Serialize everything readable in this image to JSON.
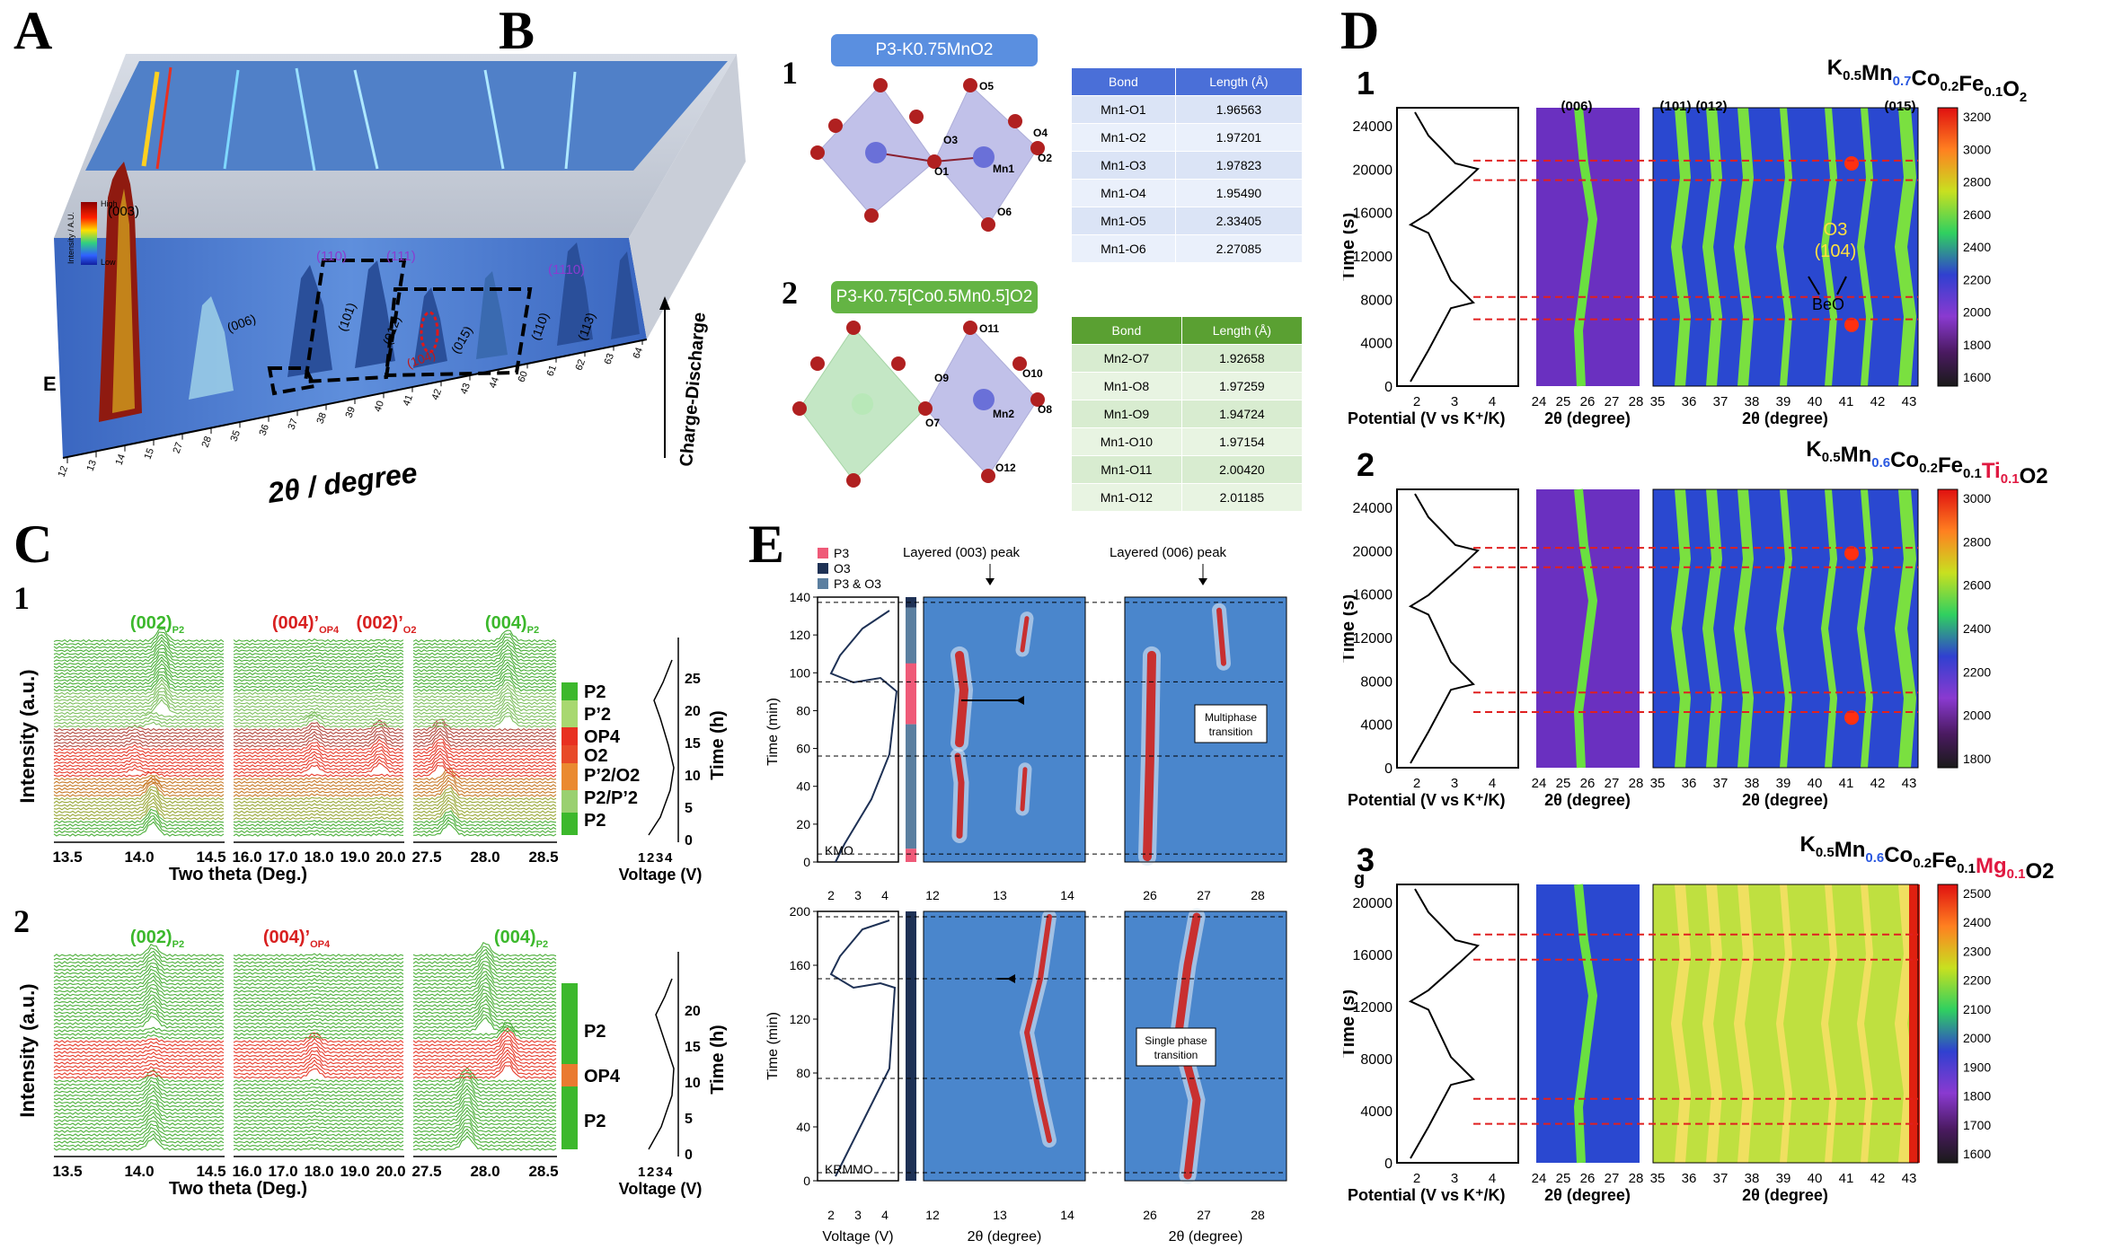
{
  "panels": {
    "A": "A",
    "B": "B",
    "C": "C",
    "D": "D",
    "E": "E"
  },
  "panelA": {
    "xlabel": "2θ / degree",
    "zlabel": "Charge-Discharge",
    "E": "E",
    "cbar": {
      "label": "Intensity / A.U.",
      "high": "High",
      "low": "Low"
    },
    "peaks": [
      "(003)",
      "(006)",
      "(101)",
      "(012)",
      "(104)",
      "(015)",
      "(110)",
      "(113)",
      "(110)",
      "(111)",
      "(1110)"
    ],
    "ticks": [
      "12",
      "13",
      "14",
      "15",
      "27",
      "28",
      "35",
      "36",
      "37",
      "38",
      "39",
      "40",
      "41",
      "42",
      "43",
      "44",
      "60",
      "61",
      "62",
      "63",
      "64"
    ]
  },
  "panelB": {
    "sub1": "1",
    "sub2": "2",
    "title1": "P3-K0.75MnO2",
    "title2": "P3-K0.75[Co0.5Mn0.5]O2",
    "atoms1": [
      "O5",
      "O3",
      "O4",
      "O2",
      "O1",
      "Mn1",
      "O6"
    ],
    "atoms2": [
      "O11",
      "O9",
      "O10",
      "O8",
      "O7",
      "Mn2",
      "O12"
    ],
    "head": [
      "Bond",
      "Length (Å)"
    ],
    "table1": [
      [
        "Mn1-O1",
        "1.96563"
      ],
      [
        "Mn1-O2",
        "1.97201"
      ],
      [
        "Mn1-O3",
        "1.97823"
      ],
      [
        "Mn1-O4",
        "1.95490"
      ],
      [
        "Mn1-O5",
        "2.33405"
      ],
      [
        "Mn1-O6",
        "2.27085"
      ]
    ],
    "table2": [
      [
        "Mn2-O7",
        "1.92658"
      ],
      [
        "Mn1-O8",
        "1.97259"
      ],
      [
        "Mn1-O9",
        "1.94724"
      ],
      [
        "Mn1-O10",
        "1.97154"
      ],
      [
        "Mn1-O11",
        "2.00420"
      ],
      [
        "Mn1-O12",
        "2.01185"
      ]
    ]
  },
  "panelC": {
    "sub1": "1",
    "sub2": "2",
    "ylabel": "Intensity (a.u.)",
    "xlabel": "Two theta (Deg.)",
    "timelabel": "Time (h)",
    "voltlabel": "Voltage (V)",
    "xticks1": [
      "13.5",
      "14.0",
      "14.5"
    ],
    "xticks2": [
      "16.0",
      "17.0",
      "18.0",
      "19.0",
      "20.0"
    ],
    "xticks3": [
      "27.5",
      "28.0",
      "28.5"
    ],
    "vticks": [
      "1",
      "2",
      "3",
      "4"
    ],
    "tticks1": [
      "0",
      "5",
      "10",
      "15",
      "20",
      "25"
    ],
    "tticks2": [
      "0",
      "5",
      "10",
      "15",
      "20"
    ],
    "phases1": [
      "P2",
      "P’2",
      "OP4",
      "O2",
      "P’2/O2",
      "P2/P’2",
      "P2"
    ],
    "phases2": [
      "P2",
      "OP4",
      "P2"
    ],
    "peaks1": {
      "a": "(002)",
      "as": "P2",
      "b": "(004)’",
      "bs": "OP4",
      "c": "(002)’",
      "cs": "O2",
      "d": "(004)",
      "ds": "P2"
    },
    "peaks2": {
      "a": "(002)",
      "as": "P2",
      "b": "(004)’",
      "bs": "OP4",
      "d": "(004)",
      "ds": "P2"
    }
  },
  "panelD": {
    "sub1": "1",
    "sub2": "2",
    "sub3": "3",
    "titles": [
      [
        "K",
        "0.5",
        "Mn",
        "0.7",
        "Co",
        "0.2",
        "Fe",
        "0.1",
        "O",
        "2",
        ""
      ],
      [
        "K",
        "0.5",
        "Mn",
        "0.6",
        "Co",
        "0.2",
        "Fe",
        "0.1",
        "Ti",
        "0.1",
        "O2"
      ],
      [
        "K",
        "0.5",
        "Mn",
        "0.6",
        "Co",
        "0.2",
        "Fe",
        "0.1",
        "Mg",
        "0.1",
        "O2"
      ]
    ],
    "ylabel": "Time (s)",
    "potlabel": "Potential (V vs K⁺/K)",
    "thetalabel": "2θ (degree)",
    "peaklabels": [
      "(006)",
      "(101)",
      "(012)",
      "(015)"
    ],
    "o3": "O3",
    "o3b": "(104)",
    "beo": "BeO",
    "g": "g",
    "yticks1": [
      "0",
      "4000",
      "8000",
      "12000",
      "16000",
      "20000",
      "24000"
    ],
    "yticks3": [
      "0",
      "4000",
      "8000",
      "12000",
      "16000",
      "20000"
    ],
    "pticks": [
      "2",
      "3",
      "4"
    ],
    "t1": [
      "24",
      "25",
      "26",
      "27",
      "28"
    ],
    "t2": [
      "35",
      "36",
      "37",
      "38",
      "39",
      "40",
      "41",
      "42",
      "43"
    ],
    "cb1": [
      "1600",
      "1800",
      "2000",
      "2200",
      "2400",
      "2600",
      "2800",
      "3000",
      "3200"
    ],
    "cb2": [
      "1800",
      "2000",
      "2200",
      "2400",
      "2600",
      "2800",
      "3000"
    ],
    "cb3": [
      "1600",
      "1700",
      "1800",
      "1900",
      "2000",
      "2100",
      "2200",
      "2300",
      "2400",
      "2500"
    ]
  },
  "panelE": {
    "legend": [
      "P3",
      "O3",
      "P3 & O3"
    ],
    "colors": {
      "P3": "#ef5a78",
      "O3": "#1e3155",
      "P3O3": "#5b7fa0"
    },
    "peak003": "Layered (003) peak",
    "peak006": "Layered (006) peak",
    "multi1": "Multiphase",
    "multi2": "transition",
    "single1": "Single phase",
    "single2": "transition",
    "kmo": "KMO",
    "krmmo": "KRMMO",
    "ylabel": "Time (min)",
    "vlabel": "Voltage (V)",
    "tlabel": "2θ (degree)",
    "yticks1": [
      "0",
      "20",
      "40",
      "60",
      "80",
      "100",
      "120",
      "140"
    ],
    "yticks2": [
      "0",
      "40",
      "80",
      "120",
      "160",
      "200"
    ],
    "vticks": [
      "2",
      "3",
      "4"
    ],
    "t1": [
      "12",
      "13",
      "14"
    ],
    "t2": [
      "26",
      "27",
      "28"
    ]
  }
}
